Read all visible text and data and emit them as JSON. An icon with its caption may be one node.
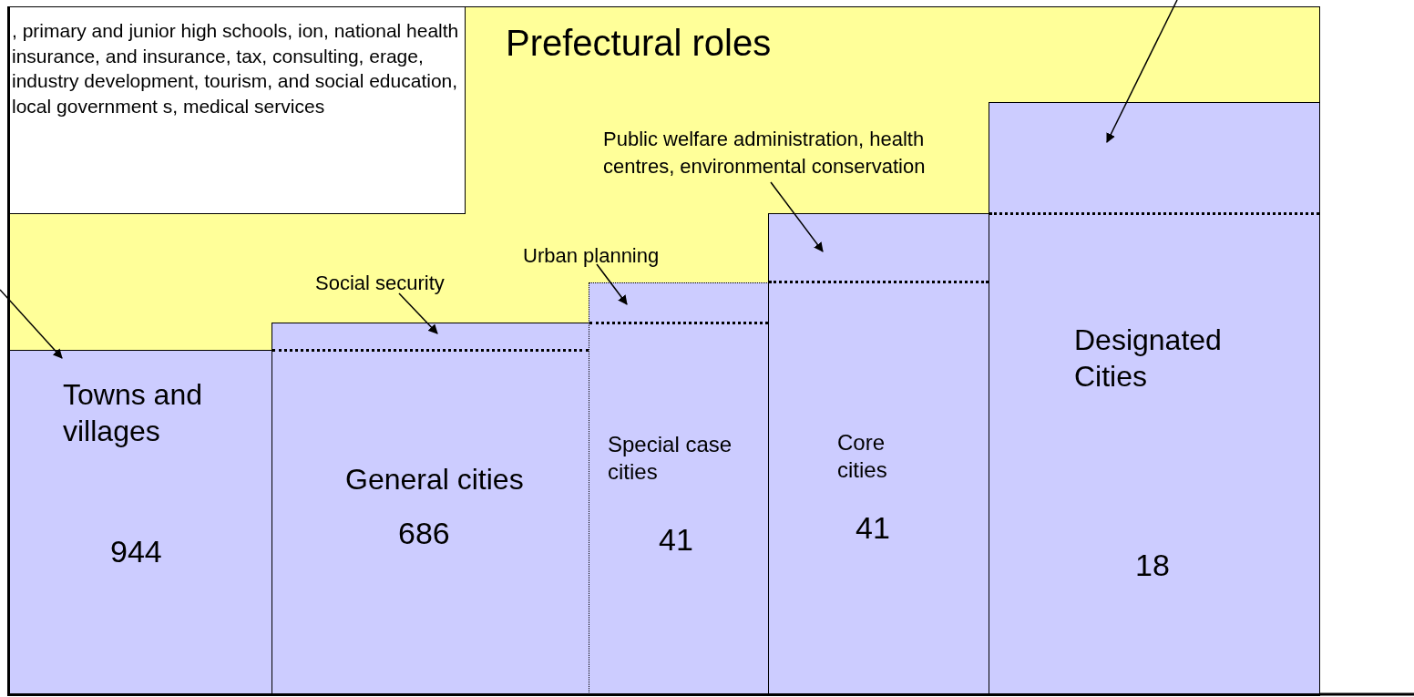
{
  "diagram": {
    "nodes": [
      {
        "text": [
          "Prefectural roles"
        ]
      },
      {
        "text": [
          ", primary and junior high schools, ion, national health insurance, and insurance, tax, consulting, erage, industry development, tourism, and social education, local government s, medical services"
        ],
        "in": 0
      },
      {
        "text": [
          "Towns and villages",
          "944"
        ],
        "in": 0
      },
      {
        "text": [
          "General cities",
          "686"
        ],
        "in": 0
      },
      {
        "text": [
          "Special case cities",
          "41"
        ],
        "in": 0
      },
      {
        "text": [
          "Core cities",
          "41"
        ],
        "in": 0
      },
      {
        "text": [
          "Designated Cities",
          "18"
        ],
        "in": 0
      },
      {
        "text": [
          "Social security"
        ],
        "in": 0
      },
      {
        "text": [
          "Urban planning"
        ],
        "in": 0
      },
      {
        "text": [
          "Public welfare administration, health centres, environmental conservation"
        ],
        "in": 0
      }
    ],
    "edges": [
      {
        "from": null,
        "to": 2,
        "arrow": "to"
      },
      {
        "from": 7,
        "to": 3,
        "arrow": "to"
      },
      {
        "from": 8,
        "to": 4,
        "arrow": "to"
      },
      {
        "from": 9,
        "to": 5,
        "arrow": "to"
      },
      {
        "from": null,
        "to": 6,
        "arrow": "to"
      }
    ]
  }
}
